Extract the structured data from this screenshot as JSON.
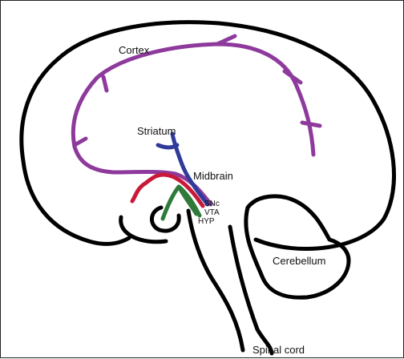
{
  "labels": {
    "cortex": "Cortex",
    "striatum": "Striatum",
    "midbrain": "Midbrain",
    "snc": "SNc",
    "vta": "VTA",
    "hyp": "HYP",
    "cerebellum": "Cerebellum",
    "spinal_cord": "Spinal cord"
  },
  "colors": {
    "outline": "#000000",
    "mesocortical": "#8e3a9c",
    "nigrostriatal": "#2f3a9a",
    "mesolimbic": "#c8193a",
    "tuberoinfundibular": "#2e7a3a"
  }
}
